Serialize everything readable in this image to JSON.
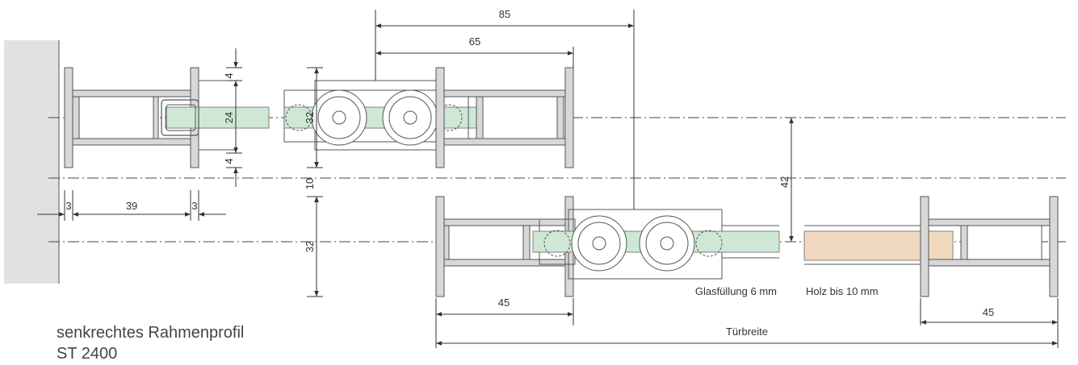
{
  "title": {
    "line1": "senkrechtes Rahmenprofil",
    "line2": "ST 2400"
  },
  "dimensions": {
    "d85": "85",
    "d65": "65",
    "d4_top": "4",
    "d24": "24",
    "d4_bottom": "4",
    "d32_small": "32",
    "d10": "10",
    "d32": "32",
    "d42": "42",
    "d3_left": "3",
    "d39": "39",
    "d3_right": "3",
    "d45_left": "45",
    "d45_right": "45"
  },
  "labels": {
    "glass": "Glasfüllung 6 mm",
    "wood": "Holz bis 10 mm",
    "door_width": "Türbreite"
  },
  "colors": {
    "glass": "#cfe8d6",
    "wood": "#f0d9bf",
    "wall": "#e1e1e1",
    "profile": "#d8d8d8",
    "line": "#333333"
  }
}
